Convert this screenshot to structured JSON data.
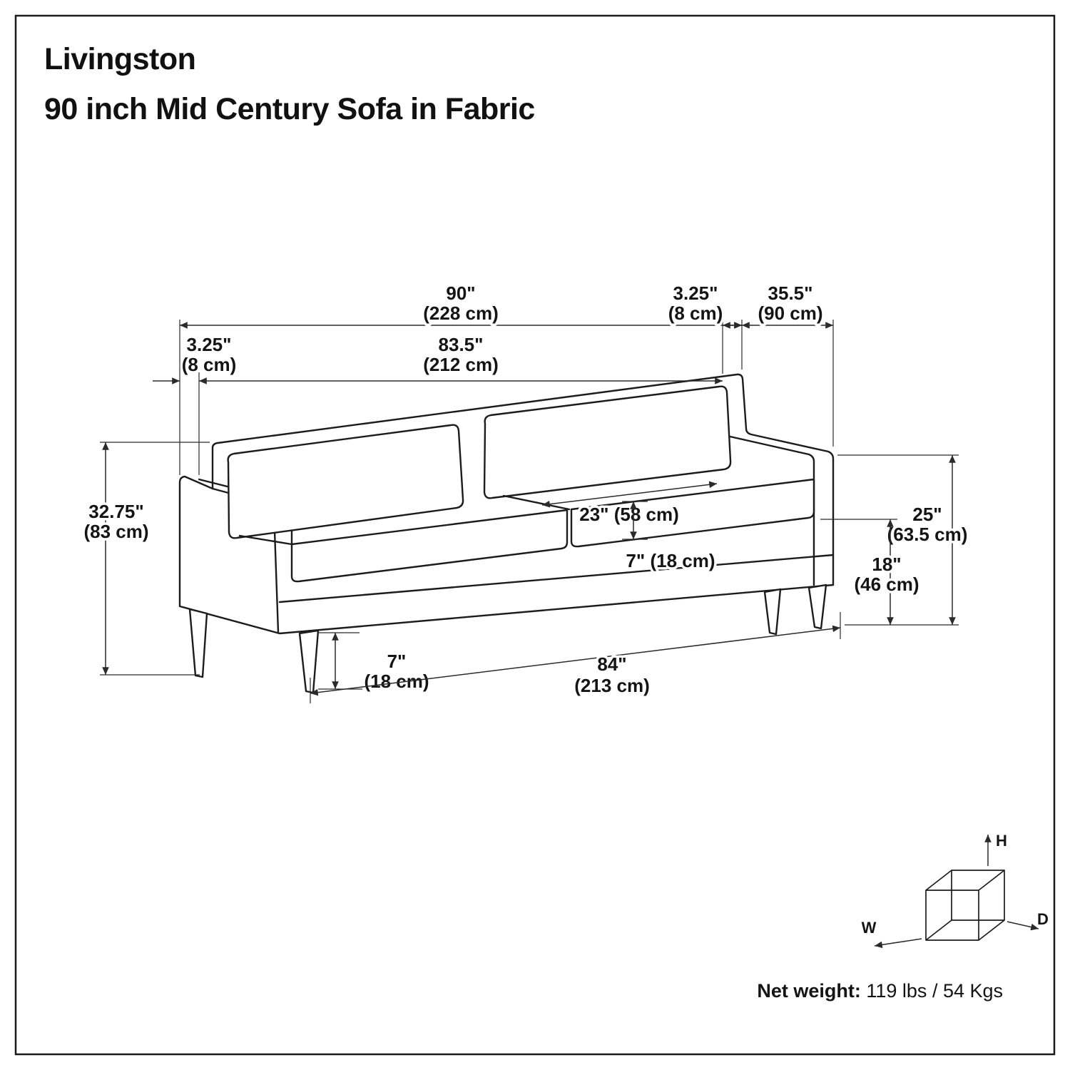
{
  "title": {
    "line1": "Livingston",
    "line2": "90 inch Mid Century Sofa in Fabric"
  },
  "dimensions": {
    "overall_width": {
      "in": "90\"",
      "cm": "(228 cm)"
    },
    "right_arm_width": {
      "in": "3.25\"",
      "cm": "(8 cm)"
    },
    "overall_depth": {
      "in": "35.5\"",
      "cm": "(90 cm)"
    },
    "left_arm_width": {
      "in": "3.25\"",
      "cm": "(8 cm)"
    },
    "interior_width": {
      "in": "83.5\"",
      "cm": "(212 cm)"
    },
    "overall_height": {
      "in": "32.75\"",
      "cm": "(83 cm)"
    },
    "seat_depth": {
      "label": "23\" (58 cm)"
    },
    "seat_cushion_thickness": {
      "label": "7\" (18 cm)"
    },
    "arm_height": {
      "in": "25\"",
      "cm": "(63.5 cm)"
    },
    "seat_height": {
      "in": "18\"",
      "cm": "(46 cm)"
    },
    "leg_height": {
      "in": "7\"",
      "cm": "(18 cm)"
    },
    "base_width": {
      "in": "84\"",
      "cm": "(213 cm)"
    }
  },
  "orientation_axes": {
    "width": "W",
    "height": "H",
    "depth": "D"
  },
  "net_weight": {
    "label": "Net weight:",
    "value": " 119 lbs / 54 Kgs"
  },
  "colors": {
    "line": "#1c1c1c",
    "background": "#ffffff",
    "text": "#141414"
  }
}
